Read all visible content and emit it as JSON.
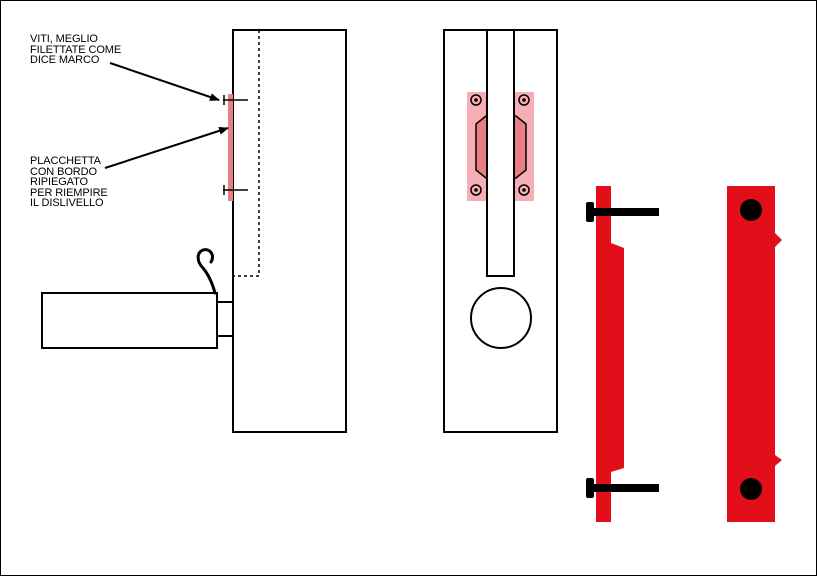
{
  "notes": {
    "screws": [
      "VITI, MEGLIO",
      "FILETTATE COME",
      "DICE MARCO"
    ],
    "plate": [
      "PLACCHETTA",
      "CON BORDO",
      "RIPIEGATO",
      "PER RIEMPIRE",
      "IL DISLIVELLO"
    ]
  },
  "colors": {
    "outline": "#000000",
    "plate_red": "#e20e1a",
    "plate_light": "#e87f85",
    "plate_translucent": "#f5aeb4",
    "background": "#ffffff"
  }
}
